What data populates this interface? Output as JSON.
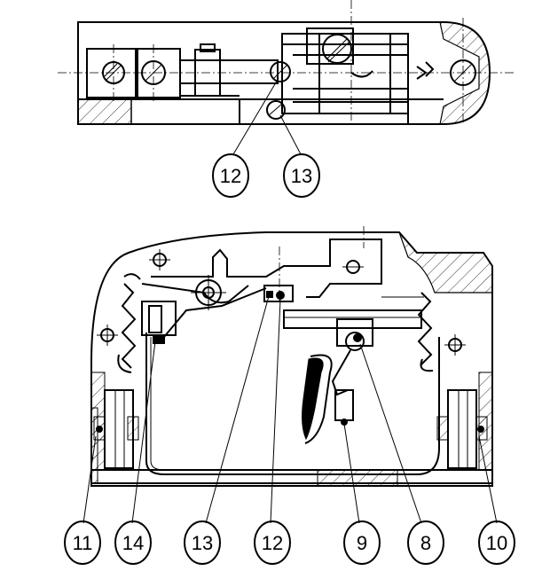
{
  "top_view": {
    "callouts": [
      {
        "label": "12"
      },
      {
        "label": "13"
      }
    ]
  },
  "section_view": {
    "callouts": [
      {
        "label": "11"
      },
      {
        "label": "14"
      },
      {
        "label": "13"
      },
      {
        "label": "12"
      },
      {
        "label": "9"
      },
      {
        "label": "8"
      },
      {
        "label": "10"
      }
    ]
  }
}
